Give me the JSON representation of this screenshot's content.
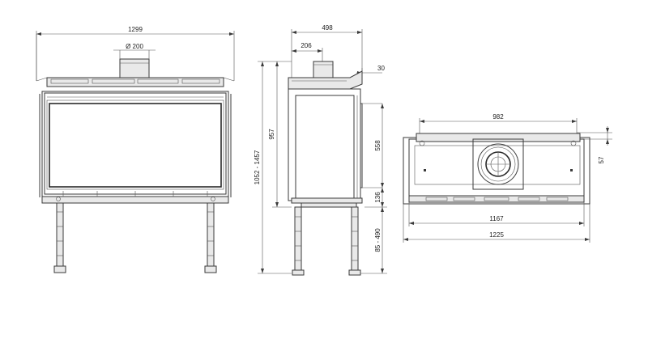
{
  "front_view": {
    "width_label": "1299",
    "flue_label": "Ø 200"
  },
  "side_view": {
    "depth_label": "498",
    "flue_offset_label": "206",
    "collar_label": "30",
    "total_height_label": "1052 - 1457",
    "body_height_label": "957",
    "glass_height_label": "558",
    "base_label": "136",
    "legs_label": "85 - 490"
  },
  "top_view": {
    "inner_label": "982",
    "depth_label": "57",
    "mid_label": "1167",
    "overall_label": "1225"
  }
}
